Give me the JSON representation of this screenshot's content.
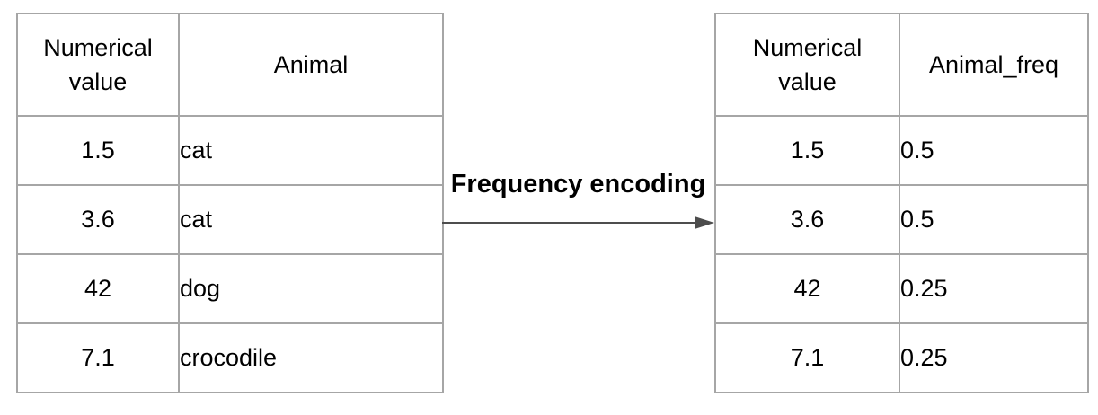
{
  "diagram": {
    "arrow_label": "Frequency encoding"
  },
  "colors": {
    "table_border": "#a6a6a6",
    "arrow": "#4d4d4d",
    "text": "#000000",
    "background": "#ffffff"
  },
  "left_table": {
    "col_headers": [
      "Numerical value",
      "Animal"
    ],
    "rows": [
      [
        "1.5",
        "cat"
      ],
      [
        "3.6",
        "cat"
      ],
      [
        "42",
        "dog"
      ],
      [
        "7.1",
        "crocodile"
      ]
    ]
  },
  "right_table": {
    "col_headers": [
      "Numerical value",
      "Animal_freq"
    ],
    "rows": [
      [
        "1.5",
        "0.5"
      ],
      [
        "3.6",
        "0.5"
      ],
      [
        "42",
        "0.25"
      ],
      [
        "7.1",
        "0.25"
      ]
    ]
  }
}
